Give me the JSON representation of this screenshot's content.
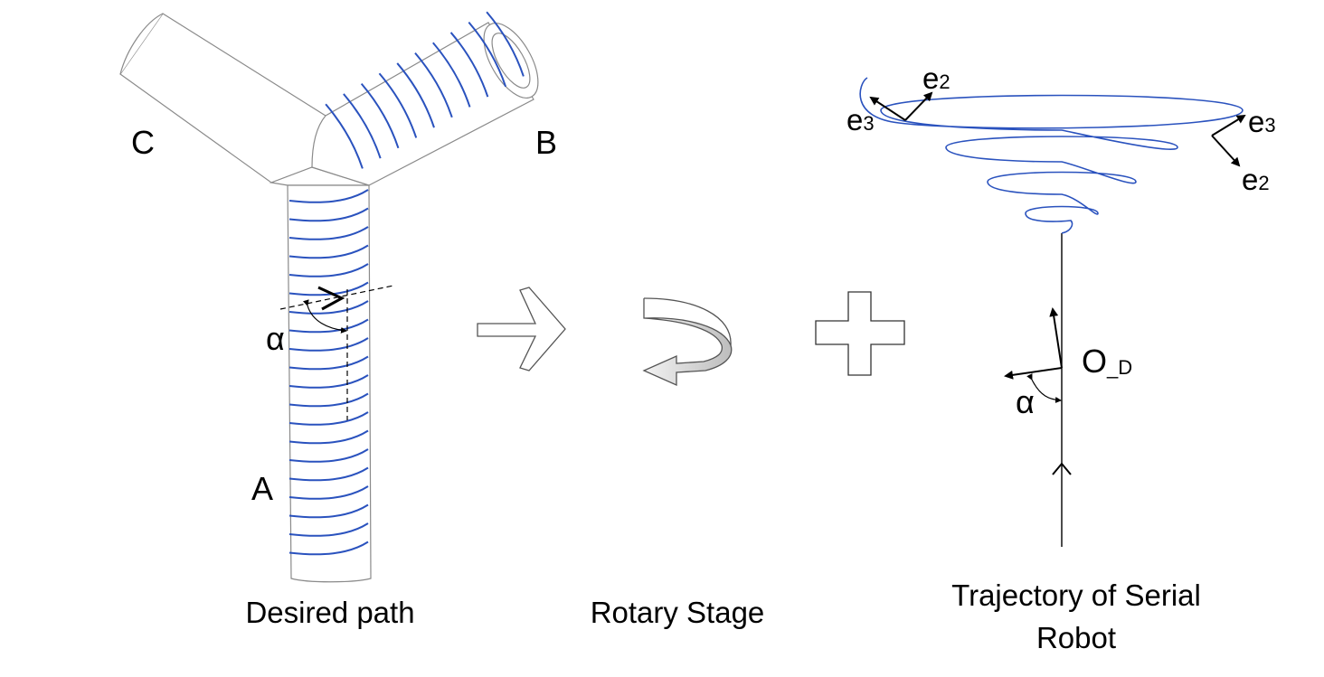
{
  "labels": {
    "branch_a": "A",
    "branch_b": "B",
    "branch_c": "C",
    "angle_left": "α",
    "angle_right": "α",
    "origin": "O",
    "origin_sub": "_D",
    "e2_top": "e",
    "e2_top_sub": "2",
    "e3_left": "e",
    "e3_left_sub": "3",
    "e3_right": "e",
    "e3_right_sub": "3",
    "e2_right": "e",
    "e2_right_sub": "2"
  },
  "captions": {
    "desired_path": "Desired path",
    "rotary_stage": "Rotary Stage",
    "trajectory_line1": "Trajectory of Serial",
    "trajectory_line2": "Robot"
  },
  "colors": {
    "helix": "#2a52be",
    "pipe_outline": "#8a8a8a",
    "arrow_fill": "#c9c9c9"
  }
}
